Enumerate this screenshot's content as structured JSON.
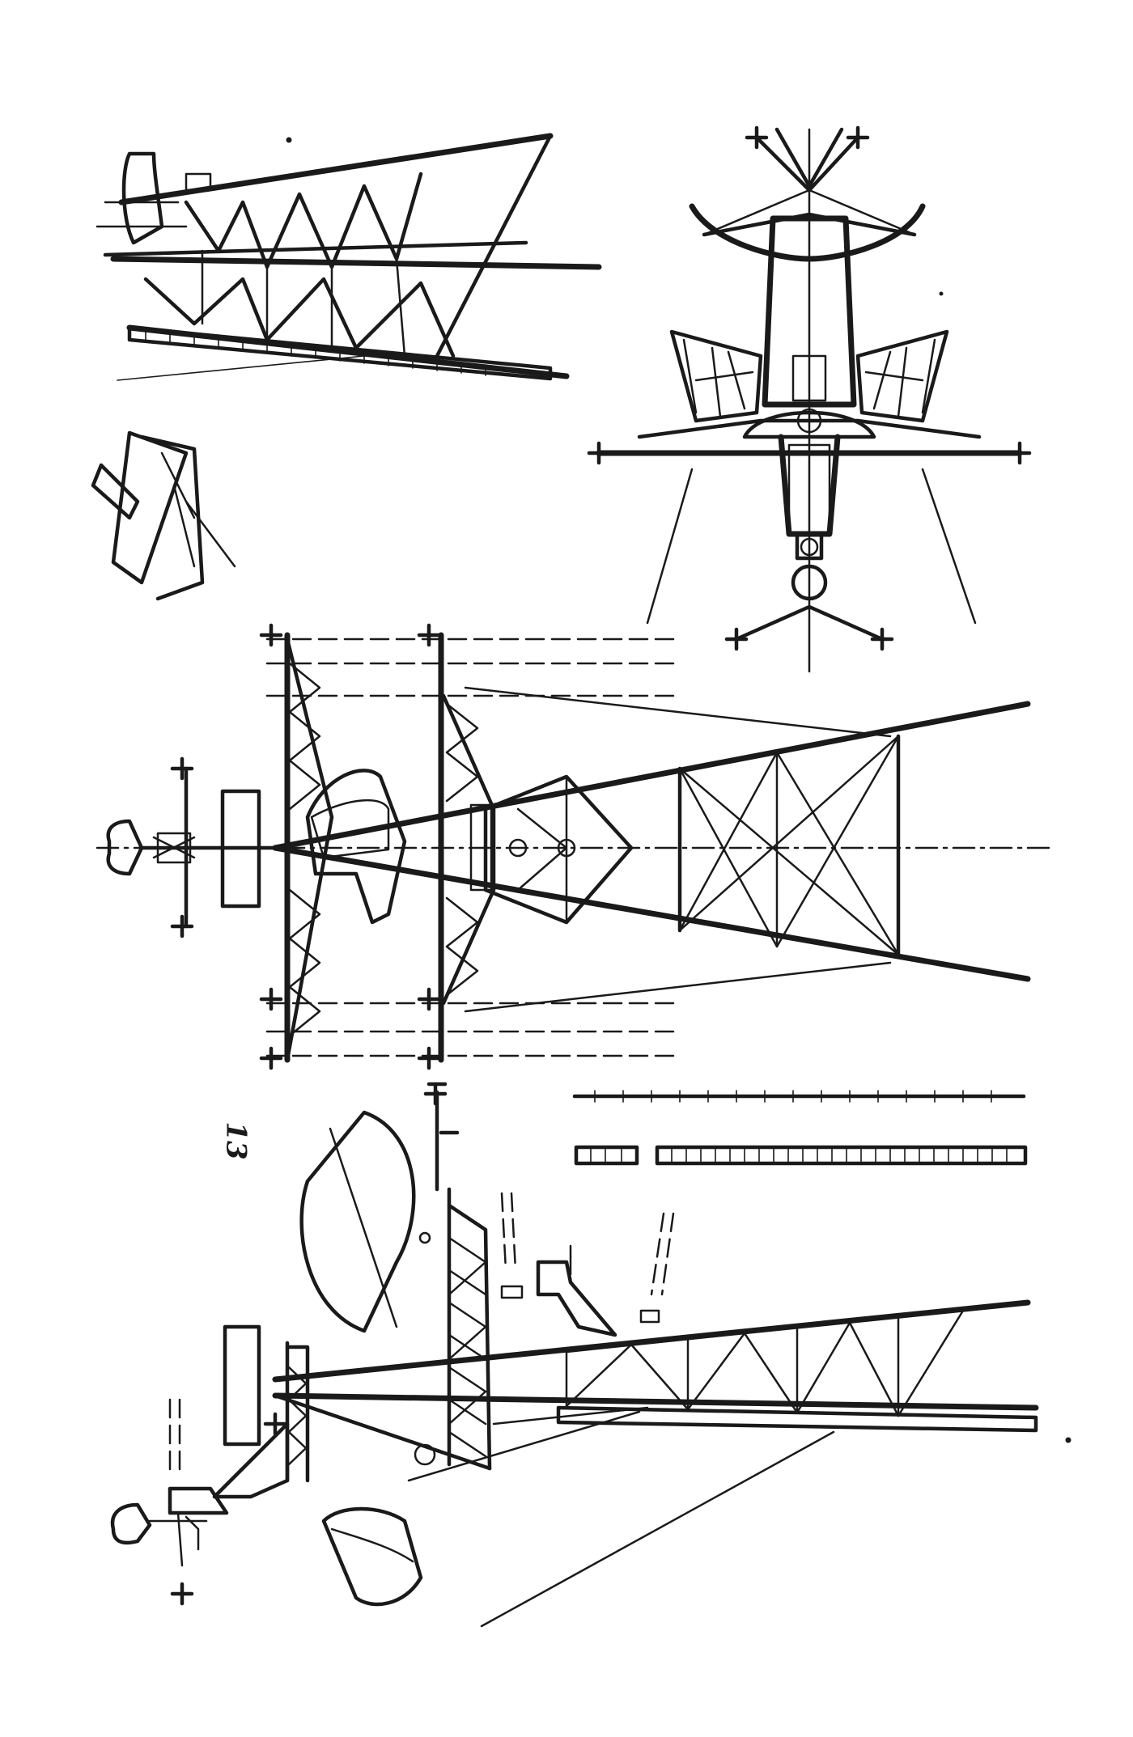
{
  "figure": {
    "number": "13"
  },
  "views": [
    {
      "id": "perspective-wing",
      "kind": "three-quarter view"
    },
    {
      "id": "tail-detail",
      "kind": "detail"
    },
    {
      "id": "front-view",
      "kind": "front view"
    },
    {
      "id": "plan-view",
      "kind": "top view"
    },
    {
      "id": "side-view",
      "kind": "side view"
    },
    {
      "id": "scale-bars",
      "kind": "scale"
    }
  ],
  "colors": {
    "ink": "#1a1a1a",
    "paper": "#ffffff"
  }
}
